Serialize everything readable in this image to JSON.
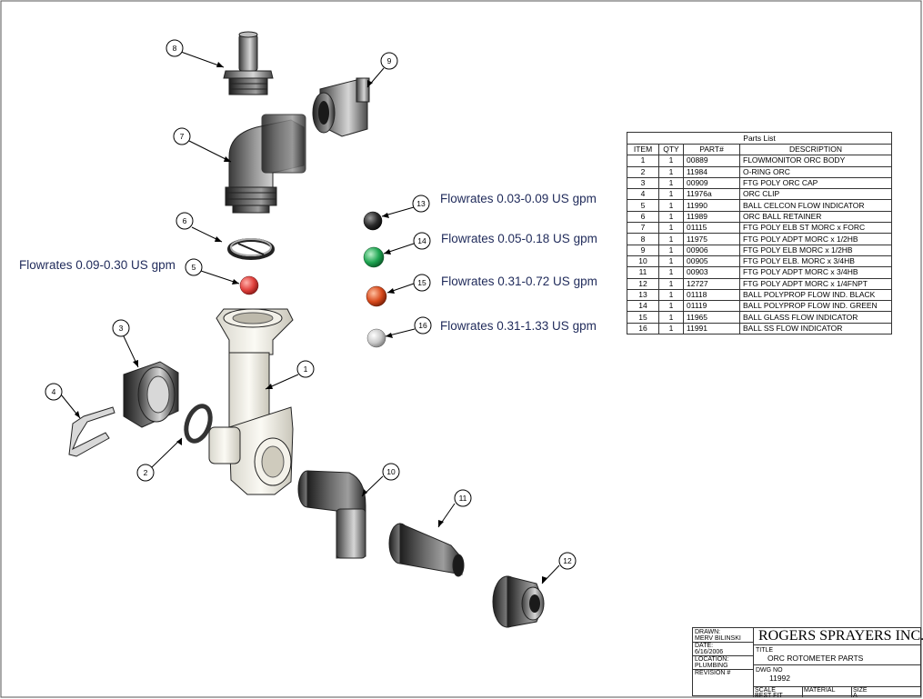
{
  "balloons": [
    "1",
    "2",
    "3",
    "4",
    "5",
    "6",
    "7",
    "8",
    "9",
    "10",
    "11",
    "12",
    "13",
    "14",
    "15",
    "16"
  ],
  "flowrates": {
    "part5": "Flowrates 0.09-0.30 US gpm",
    "part13": "Flowrates 0.03-0.09 US gpm",
    "part14": "Flowrates 0.05-0.18 US gpm",
    "part15": "Flowrates 0.31-0.72 US gpm",
    "part16": "Flowrates 0.31-1.33 US gpm"
  },
  "parts_list": {
    "title": "Parts List",
    "headers": [
      "ITEM",
      "QTY",
      "PART#",
      "DESCRIPTION"
    ],
    "rows": [
      [
        "1",
        "1",
        "00889",
        "FLOWMONITOR ORC BODY"
      ],
      [
        "2",
        "1",
        "11984",
        "O-RING ORC"
      ],
      [
        "3",
        "1",
        "00909",
        "FTG POLY ORC CAP"
      ],
      [
        "4",
        "1",
        "11976a",
        "ORC CLIP"
      ],
      [
        "5",
        "1",
        "11990",
        "BALL CELCON FLOW INDICATOR"
      ],
      [
        "6",
        "1",
        "11989",
        "ORC BALL RETAINER"
      ],
      [
        "7",
        "1",
        "01115",
        "FTG POLY ELB ST MORC x FORC"
      ],
      [
        "8",
        "1",
        "11975",
        "FTG POLY ADPT MORC x 1/2HB"
      ],
      [
        "9",
        "1",
        "00906",
        "FTG POLY ELB MORC x 1/2HB"
      ],
      [
        "10",
        "1",
        "00905",
        "FTG POLY ELB. MORC x 3/4HB"
      ],
      [
        "11",
        "1",
        "00903",
        "FTG POLY ADPT MORC x 3/4HB"
      ],
      [
        "12",
        "1",
        "12727",
        "FTG POLY ADPT MORC x 1/4FNPT"
      ],
      [
        "13",
        "1",
        "01118",
        "BALL POLYPROP FLOW IND. BLACK"
      ],
      [
        "14",
        "1",
        "01119",
        "BALL POLYPROP FLOW IND. GREEN"
      ],
      [
        "15",
        "1",
        "11965",
        "BALL GLASS FLOW INDICATOR"
      ],
      [
        "16",
        "1",
        "11991",
        "BALL SS FLOW INDICATOR"
      ]
    ]
  },
  "title_block": {
    "drawn_label": "DRAWN:",
    "drawn_value": "MERV BILINSKI",
    "date_label": "DATE:",
    "date_value": "6/16/2006",
    "location_label": "LOCATION:",
    "location_value": "PLUMBING",
    "revision_label": "REVISION #",
    "company": "ROGERS SPRAYERS INC.",
    "title_label": "TITLE",
    "title_value": "ORC ROTOMETER PARTS",
    "dwg_label": "DWG NO",
    "dwg_value": "11992",
    "scale_label": "SCALE",
    "scale_value": "BEST FIT",
    "material_label": "MATERIAL",
    "size_label": "SIZE",
    "size_value": "A"
  },
  "colors": {
    "ball5": "#e0403c",
    "ball13": "#2b2b2b",
    "ball14": "#1fa552",
    "ball15": "#d84a1c",
    "ball16": "#c9c9c9",
    "flow_text": "#1f2a5a"
  }
}
